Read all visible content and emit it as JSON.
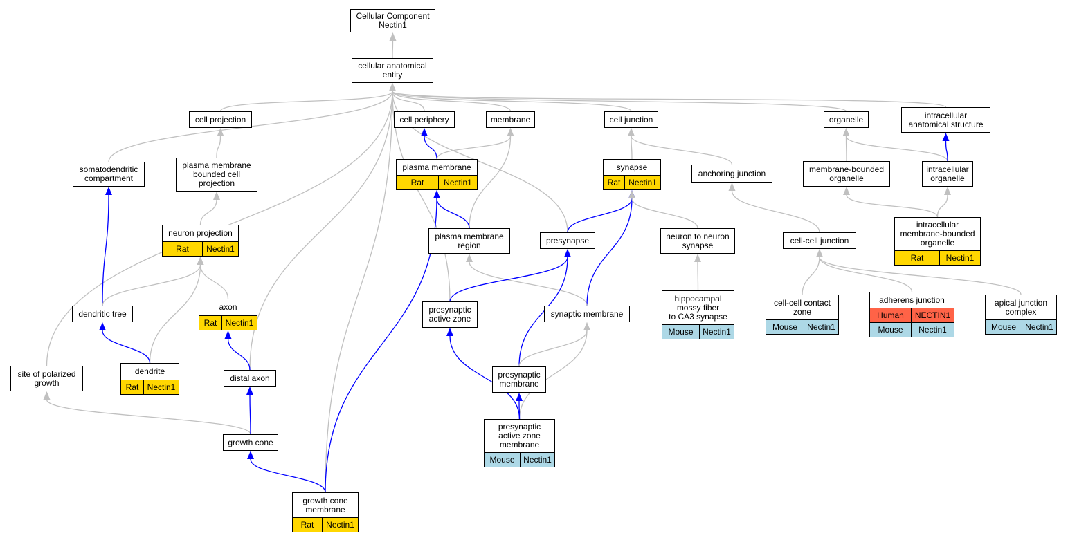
{
  "colors": {
    "edge_is_a": "#c0c0c0",
    "edge_part_of": "#0000ff",
    "rat": "#ffd700",
    "mouse": "#add8e6",
    "human": "#ff6347",
    "node_border": "#000000"
  },
  "diagram": {
    "nodes": [
      {
        "id": "root",
        "label": "Cellular Component\nNectin1"
      },
      {
        "id": "cae",
        "label": "cellular anatomical\nentity"
      },
      {
        "id": "cellproj",
        "label": "cell projection"
      },
      {
        "id": "cellperiph",
        "label": "cell periphery"
      },
      {
        "id": "membrane",
        "label": "membrane"
      },
      {
        "id": "celljunc",
        "label": "cell junction"
      },
      {
        "id": "organelle",
        "label": "organelle"
      },
      {
        "id": "ias",
        "label": "intracellular\nanatomical structure"
      },
      {
        "id": "somato",
        "label": "somatodendritic\ncompartment"
      },
      {
        "id": "pmbcp",
        "label": "plasma membrane\nbounded cell\nprojection"
      },
      {
        "id": "pm",
        "label": "plasma membrane",
        "annotations": [
          {
            "species": "Rat",
            "gene": "Nectin1",
            "color": "rat"
          }
        ]
      },
      {
        "id": "synapse",
        "label": "synapse",
        "annotations": [
          {
            "species": "Rat",
            "gene": "Nectin1",
            "color": "rat"
          }
        ]
      },
      {
        "id": "anchoring",
        "label": "anchoring junction"
      },
      {
        "id": "mbo",
        "label": "membrane-bounded\norganelle"
      },
      {
        "id": "intraorg",
        "label": "intracellular\norganelle"
      },
      {
        "id": "neuronproj",
        "label": "neuron projection",
        "annotations": [
          {
            "species": "Rat",
            "gene": "Nectin1",
            "color": "rat"
          }
        ]
      },
      {
        "id": "pmregion",
        "label": "plasma membrane\nregion"
      },
      {
        "id": "presynapse",
        "label": "presynapse"
      },
      {
        "id": "n2n",
        "label": "neuron to neuron\nsynapse"
      },
      {
        "id": "ccjunc",
        "label": "cell-cell junction"
      },
      {
        "id": "imbo",
        "label": "intracellular\nmembrane-bounded\norganelle",
        "annotations": [
          {
            "species": "Rat",
            "gene": "Nectin1",
            "color": "rat"
          }
        ]
      },
      {
        "id": "axon",
        "label": "axon",
        "annotations": [
          {
            "species": "Rat",
            "gene": "Nectin1",
            "color": "rat"
          }
        ]
      },
      {
        "id": "dentree",
        "label": "dendritic tree"
      },
      {
        "id": "paz",
        "label": "presynaptic\nactive zone"
      },
      {
        "id": "synmem",
        "label": "synaptic membrane"
      },
      {
        "id": "hippo",
        "label": "hippocampal\nmossy fiber\nto CA3 synapse",
        "annotations": [
          {
            "species": "Mouse",
            "gene": "Nectin1",
            "color": "mouse"
          }
        ]
      },
      {
        "id": "cccz",
        "label": "cell-cell contact\nzone",
        "annotations": [
          {
            "species": "Mouse",
            "gene": "Nectin1",
            "color": "mouse"
          }
        ]
      },
      {
        "id": "adherens",
        "label": "adherens junction",
        "annotations": [
          {
            "species": "Human",
            "gene": "NECTIN1",
            "color": "human"
          },
          {
            "species": "Mouse",
            "gene": "Nectin1",
            "color": "mouse"
          }
        ]
      },
      {
        "id": "apical",
        "label": "apical junction\ncomplex",
        "annotations": [
          {
            "species": "Mouse",
            "gene": "Nectin1",
            "color": "mouse"
          }
        ]
      },
      {
        "id": "sopg",
        "label": "site of polarized\ngrowth"
      },
      {
        "id": "dendrite",
        "label": "dendrite",
        "annotations": [
          {
            "species": "Rat",
            "gene": "Nectin1",
            "color": "rat"
          }
        ]
      },
      {
        "id": "distalaxon",
        "label": "distal axon"
      },
      {
        "id": "premem",
        "label": "presynaptic\nmembrane"
      },
      {
        "id": "growthcone",
        "label": "growth cone"
      },
      {
        "id": "pazm",
        "label": "presynaptic\nactive zone\nmembrane",
        "annotations": [
          {
            "species": "Mouse",
            "gene": "Nectin1",
            "color": "mouse"
          }
        ]
      },
      {
        "id": "gcm",
        "label": "growth cone\nmembrane",
        "annotations": [
          {
            "species": "Rat",
            "gene": "Nectin1",
            "color": "rat"
          }
        ]
      }
    ],
    "edges": [
      {
        "from": "cae",
        "to": "root",
        "type": "is_a"
      },
      {
        "from": "cellproj",
        "to": "cae",
        "type": "is_a"
      },
      {
        "from": "cellperiph",
        "to": "cae",
        "type": "is_a"
      },
      {
        "from": "membrane",
        "to": "cae",
        "type": "is_a"
      },
      {
        "from": "celljunc",
        "to": "cae",
        "type": "is_a"
      },
      {
        "from": "organelle",
        "to": "cae",
        "type": "is_a"
      },
      {
        "from": "ias",
        "to": "cae",
        "type": "is_a"
      },
      {
        "from": "somato",
        "to": "cae",
        "type": "is_a"
      },
      {
        "from": "sopg",
        "to": "cae",
        "type": "is_a"
      },
      {
        "from": "distalaxon",
        "to": "cae",
        "type": "is_a"
      },
      {
        "from": "gcm",
        "to": "cae",
        "type": "is_a"
      },
      {
        "from": "paz",
        "to": "cae",
        "type": "is_a"
      },
      {
        "from": "presynapse",
        "to": "cae",
        "type": "is_a"
      },
      {
        "from": "pmbcp",
        "to": "cellproj",
        "type": "is_a"
      },
      {
        "from": "pm",
        "to": "cellperiph",
        "type": "part_of"
      },
      {
        "from": "pm",
        "to": "membrane",
        "type": "is_a"
      },
      {
        "from": "pmregion",
        "to": "membrane",
        "type": "is_a"
      },
      {
        "from": "synapse",
        "to": "celljunc",
        "type": "is_a"
      },
      {
        "from": "anchoring",
        "to": "celljunc",
        "type": "is_a"
      },
      {
        "from": "mbo",
        "to": "organelle",
        "type": "is_a"
      },
      {
        "from": "intraorg",
        "to": "organelle",
        "type": "is_a"
      },
      {
        "from": "intraorg",
        "to": "ias",
        "type": "part_of"
      },
      {
        "from": "neuronproj",
        "to": "pmbcp",
        "type": "is_a"
      },
      {
        "from": "pmregion",
        "to": "pm",
        "type": "part_of"
      },
      {
        "from": "gcm",
        "to": "pm",
        "type": "part_of"
      },
      {
        "from": "presynapse",
        "to": "synapse",
        "type": "part_of"
      },
      {
        "from": "synmem",
        "to": "synapse",
        "type": "part_of"
      },
      {
        "from": "n2n",
        "to": "synapse",
        "type": "is_a"
      },
      {
        "from": "ccjunc",
        "to": "anchoring",
        "type": "is_a"
      },
      {
        "from": "imbo",
        "to": "mbo",
        "type": "is_a"
      },
      {
        "from": "imbo",
        "to": "intraorg",
        "type": "is_a"
      },
      {
        "from": "dentree",
        "to": "somato",
        "type": "part_of"
      },
      {
        "from": "dentree",
        "to": "neuronproj",
        "type": "is_a"
      },
      {
        "from": "axon",
        "to": "neuronproj",
        "type": "is_a"
      },
      {
        "from": "dendrite",
        "to": "neuronproj",
        "type": "is_a"
      },
      {
        "from": "synmem",
        "to": "pmregion",
        "type": "is_a"
      },
      {
        "from": "paz",
        "to": "presynapse",
        "type": "part_of"
      },
      {
        "from": "premem",
        "to": "presynapse",
        "type": "part_of"
      },
      {
        "from": "hippo",
        "to": "n2n",
        "type": "is_a"
      },
      {
        "from": "cccz",
        "to": "ccjunc",
        "type": "is_a"
      },
      {
        "from": "adherens",
        "to": "ccjunc",
        "type": "is_a"
      },
      {
        "from": "apical",
        "to": "ccjunc",
        "type": "is_a"
      },
      {
        "from": "dendrite",
        "to": "dentree",
        "type": "part_of"
      },
      {
        "from": "distalaxon",
        "to": "axon",
        "type": "part_of"
      },
      {
        "from": "pazm",
        "to": "paz",
        "type": "part_of"
      },
      {
        "from": "premem",
        "to": "synmem",
        "type": "is_a"
      },
      {
        "from": "pazm",
        "to": "synmem",
        "type": "is_a"
      },
      {
        "from": "growthcone",
        "to": "sopg",
        "type": "is_a"
      },
      {
        "from": "growthcone",
        "to": "distalaxon",
        "type": "part_of"
      },
      {
        "from": "pazm",
        "to": "premem",
        "type": "part_of"
      },
      {
        "from": "gcm",
        "to": "growthcone",
        "type": "part_of"
      }
    ]
  }
}
